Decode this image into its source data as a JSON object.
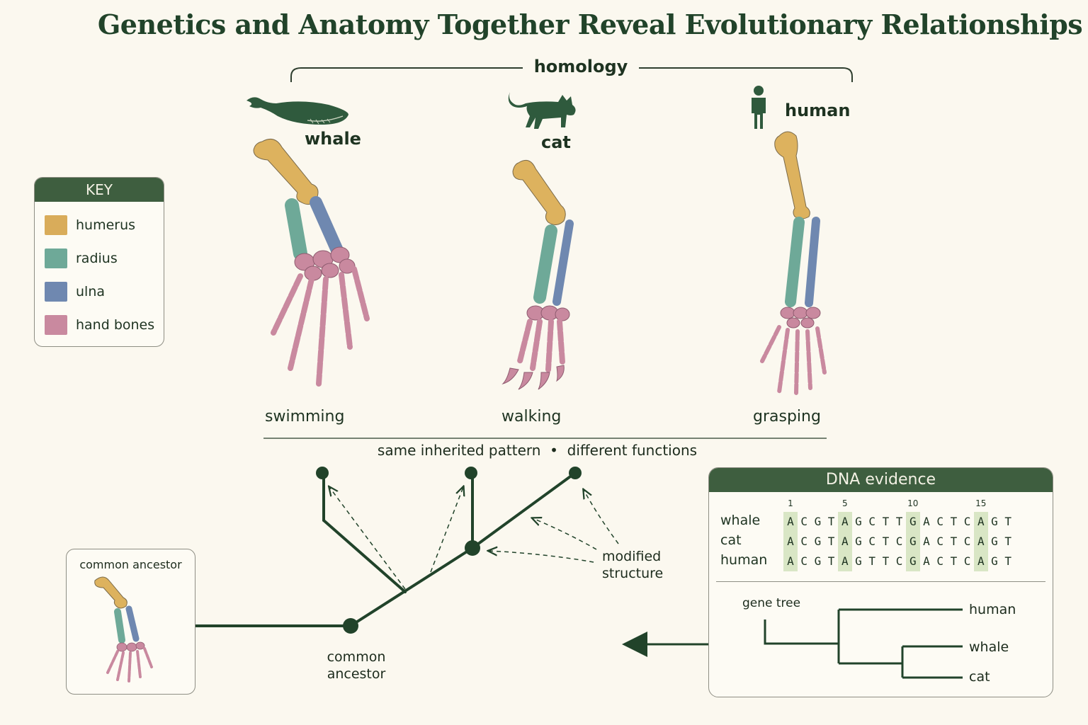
{
  "title": "Genetics and Anatomy Together Reveal Evolutionary Relationships",
  "homology_label": "homology",
  "animals": [
    {
      "name": "whale",
      "function": "swimming",
      "icon": "whale-icon"
    },
    {
      "name": "cat",
      "function": "walking",
      "icon": "cat-icon"
    },
    {
      "name": "human",
      "function": "grasping",
      "icon": "human-icon"
    }
  ],
  "pattern_caption": "same inherited pattern  •  different functions",
  "key": {
    "title": "KEY",
    "items": [
      {
        "label": "humerus",
        "color": "#d9ac5a"
      },
      {
        "label": "radius",
        "color": "#6ea998"
      },
      {
        "label": "ulna",
        "color": "#6f88b0"
      },
      {
        "label": "hand bones",
        "color": "#c9899f"
      }
    ]
  },
  "ancestor_box_label": "common ancestor",
  "tree": {
    "node_label_1": "common",
    "node_label_2": "ancestor",
    "modified_1": "modified",
    "modified_2": "structure"
  },
  "dna": {
    "title": "DNA evidence",
    "positions": [
      "1",
      "5",
      "10",
      "15"
    ],
    "highlight_columns": [
      1,
      5,
      10,
      15
    ],
    "sequences": [
      {
        "name": "whale",
        "bases": "ACGTAGCTTGACTCAGT"
      },
      {
        "name": "cat",
        "bases": "ACGTAGCTCGACTCAGT"
      },
      {
        "name": "human",
        "bases": "ACGTAGTTCGACTCAGT"
      }
    ],
    "gene_tree_label": "gene tree",
    "gene_tree_leaves": [
      "human",
      "whale",
      "cat"
    ]
  },
  "colors": {
    "accent": "#3e5e3f",
    "dark_green": "#21432a"
  }
}
